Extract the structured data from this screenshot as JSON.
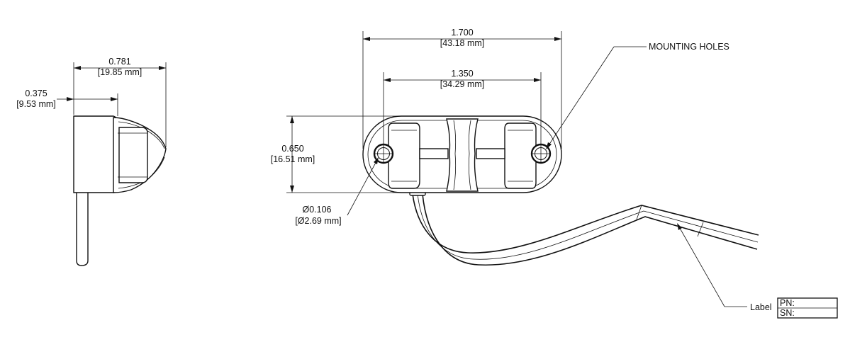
{
  "side_view": {
    "width_in": "0.781",
    "width_mm": "[19.85 mm]",
    "depth_in": "0.375",
    "depth_mm": "[9.53 mm]"
  },
  "front_view": {
    "overall_length_in": "1.700",
    "overall_length_mm": "[43.18 mm]",
    "hole_spacing_in": "1.350",
    "hole_spacing_mm": "[34.29 mm]",
    "height_in": "0.650",
    "height_mm": "[16.51 mm]",
    "hole_diameter_in": "Ø0.106",
    "hole_diameter_mm": "[Ø2.69 mm]"
  },
  "callouts": {
    "mounting_holes": "MOUNTING HOLES",
    "label": "Label"
  },
  "label_box": {
    "pn": "PN:",
    "sn": "SN:"
  }
}
